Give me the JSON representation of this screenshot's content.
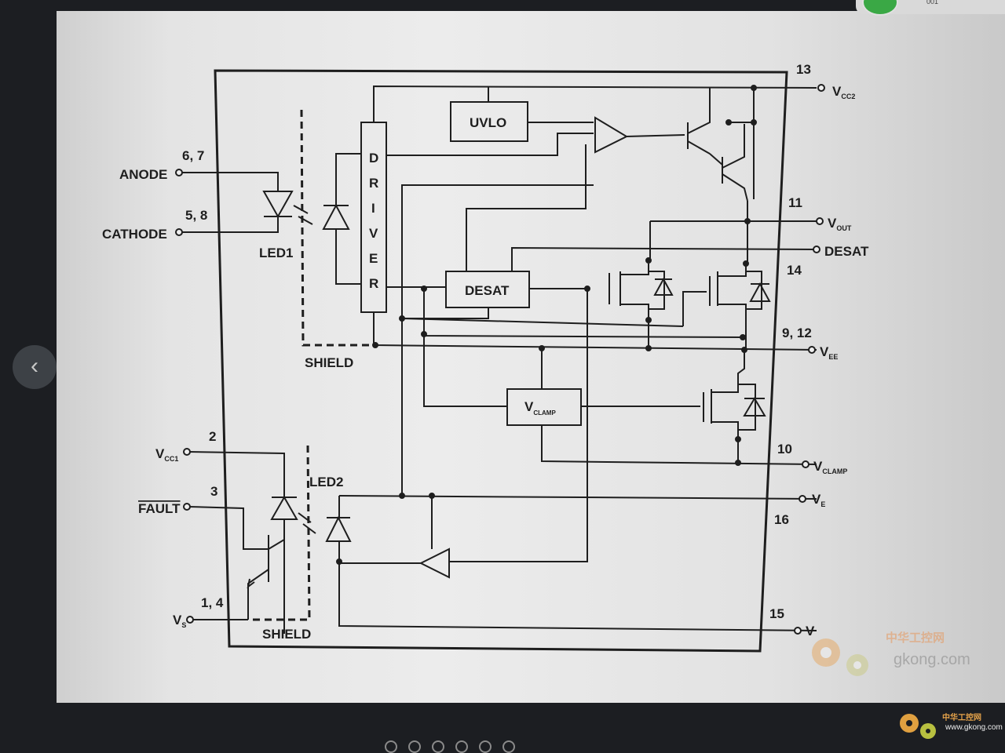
{
  "blocks": {
    "uvlo": "UVLO",
    "desat": "DESAT",
    "vclamp_main": "V",
    "vclamp_sub": "CLAMP",
    "driver_letters": [
      "D",
      "R",
      "I",
      "V",
      "E",
      "R"
    ]
  },
  "pins": {
    "anode": {
      "label": "ANODE",
      "number": "6, 7"
    },
    "cathode": {
      "label": "CATHODE",
      "number": "5, 8"
    },
    "vcc2": {
      "main": "V",
      "sub": "CC2",
      "number": "13"
    },
    "vout": {
      "main": "V",
      "sub": "OUT",
      "number": "11"
    },
    "desat": {
      "label": "DESAT",
      "number": "14"
    },
    "vee": {
      "main": "V",
      "sub": "EE",
      "number": "9, 12"
    },
    "vclamp": {
      "main": "V",
      "sub": "CLAMP",
      "number": "10"
    },
    "ve": {
      "main": "V",
      "sub": "E",
      "number": "16"
    },
    "vs_right": {
      "main": "V",
      "sub": "",
      "number": "15"
    },
    "vcc1": {
      "main": "V",
      "sub": "CC1",
      "number": "2"
    },
    "fault": {
      "label": "FAULT",
      "number": "3"
    },
    "vs_left": {
      "main": "V",
      "sub": "S",
      "number": "1, 4"
    }
  },
  "labels": {
    "led1": "LED1",
    "led2": "LED2",
    "shield_top": "SHIELD",
    "shield_bottom": "SHIELD"
  },
  "watermark": {
    "site_cn": "中华工控网",
    "site_url": "gkong.com",
    "corner_cn": "中华工控网",
    "corner_url": "www.gkong.com"
  },
  "nav": {
    "prev_icon": "chevron-left-icon",
    "prev_glyph": "‹"
  },
  "status": {
    "indicator_text": "001"
  }
}
